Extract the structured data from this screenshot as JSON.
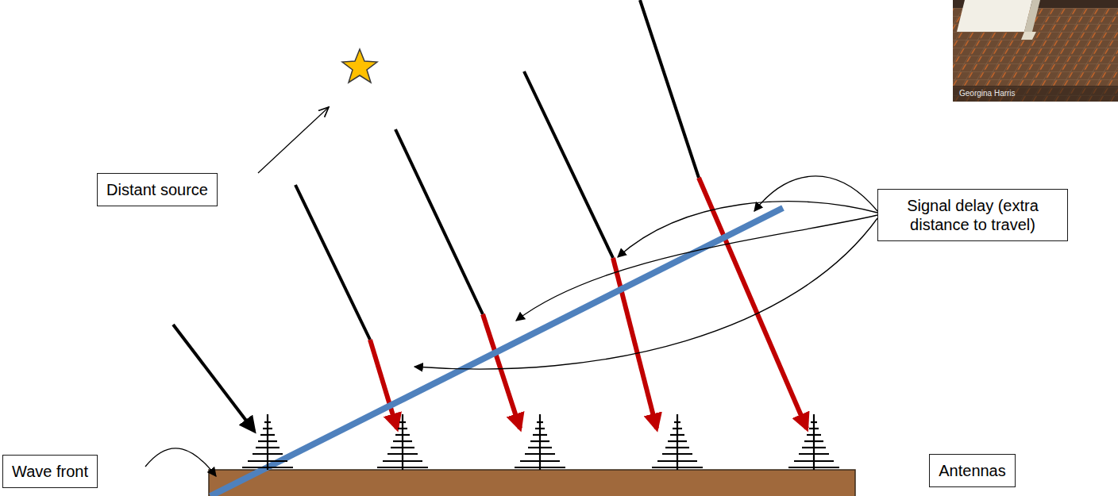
{
  "diagram": {
    "nodes": [
      {
        "text": [
          "Distant source"
        ]
      },
      {
        "text": [
          "Signal delay (extra distance to travel)"
        ]
      },
      {
        "text": [
          "Wave front"
        ]
      },
      {
        "text": [
          "Antennas"
        ]
      }
    ],
    "labels": [
      "Georgina Harris"
    ]
  }
}
